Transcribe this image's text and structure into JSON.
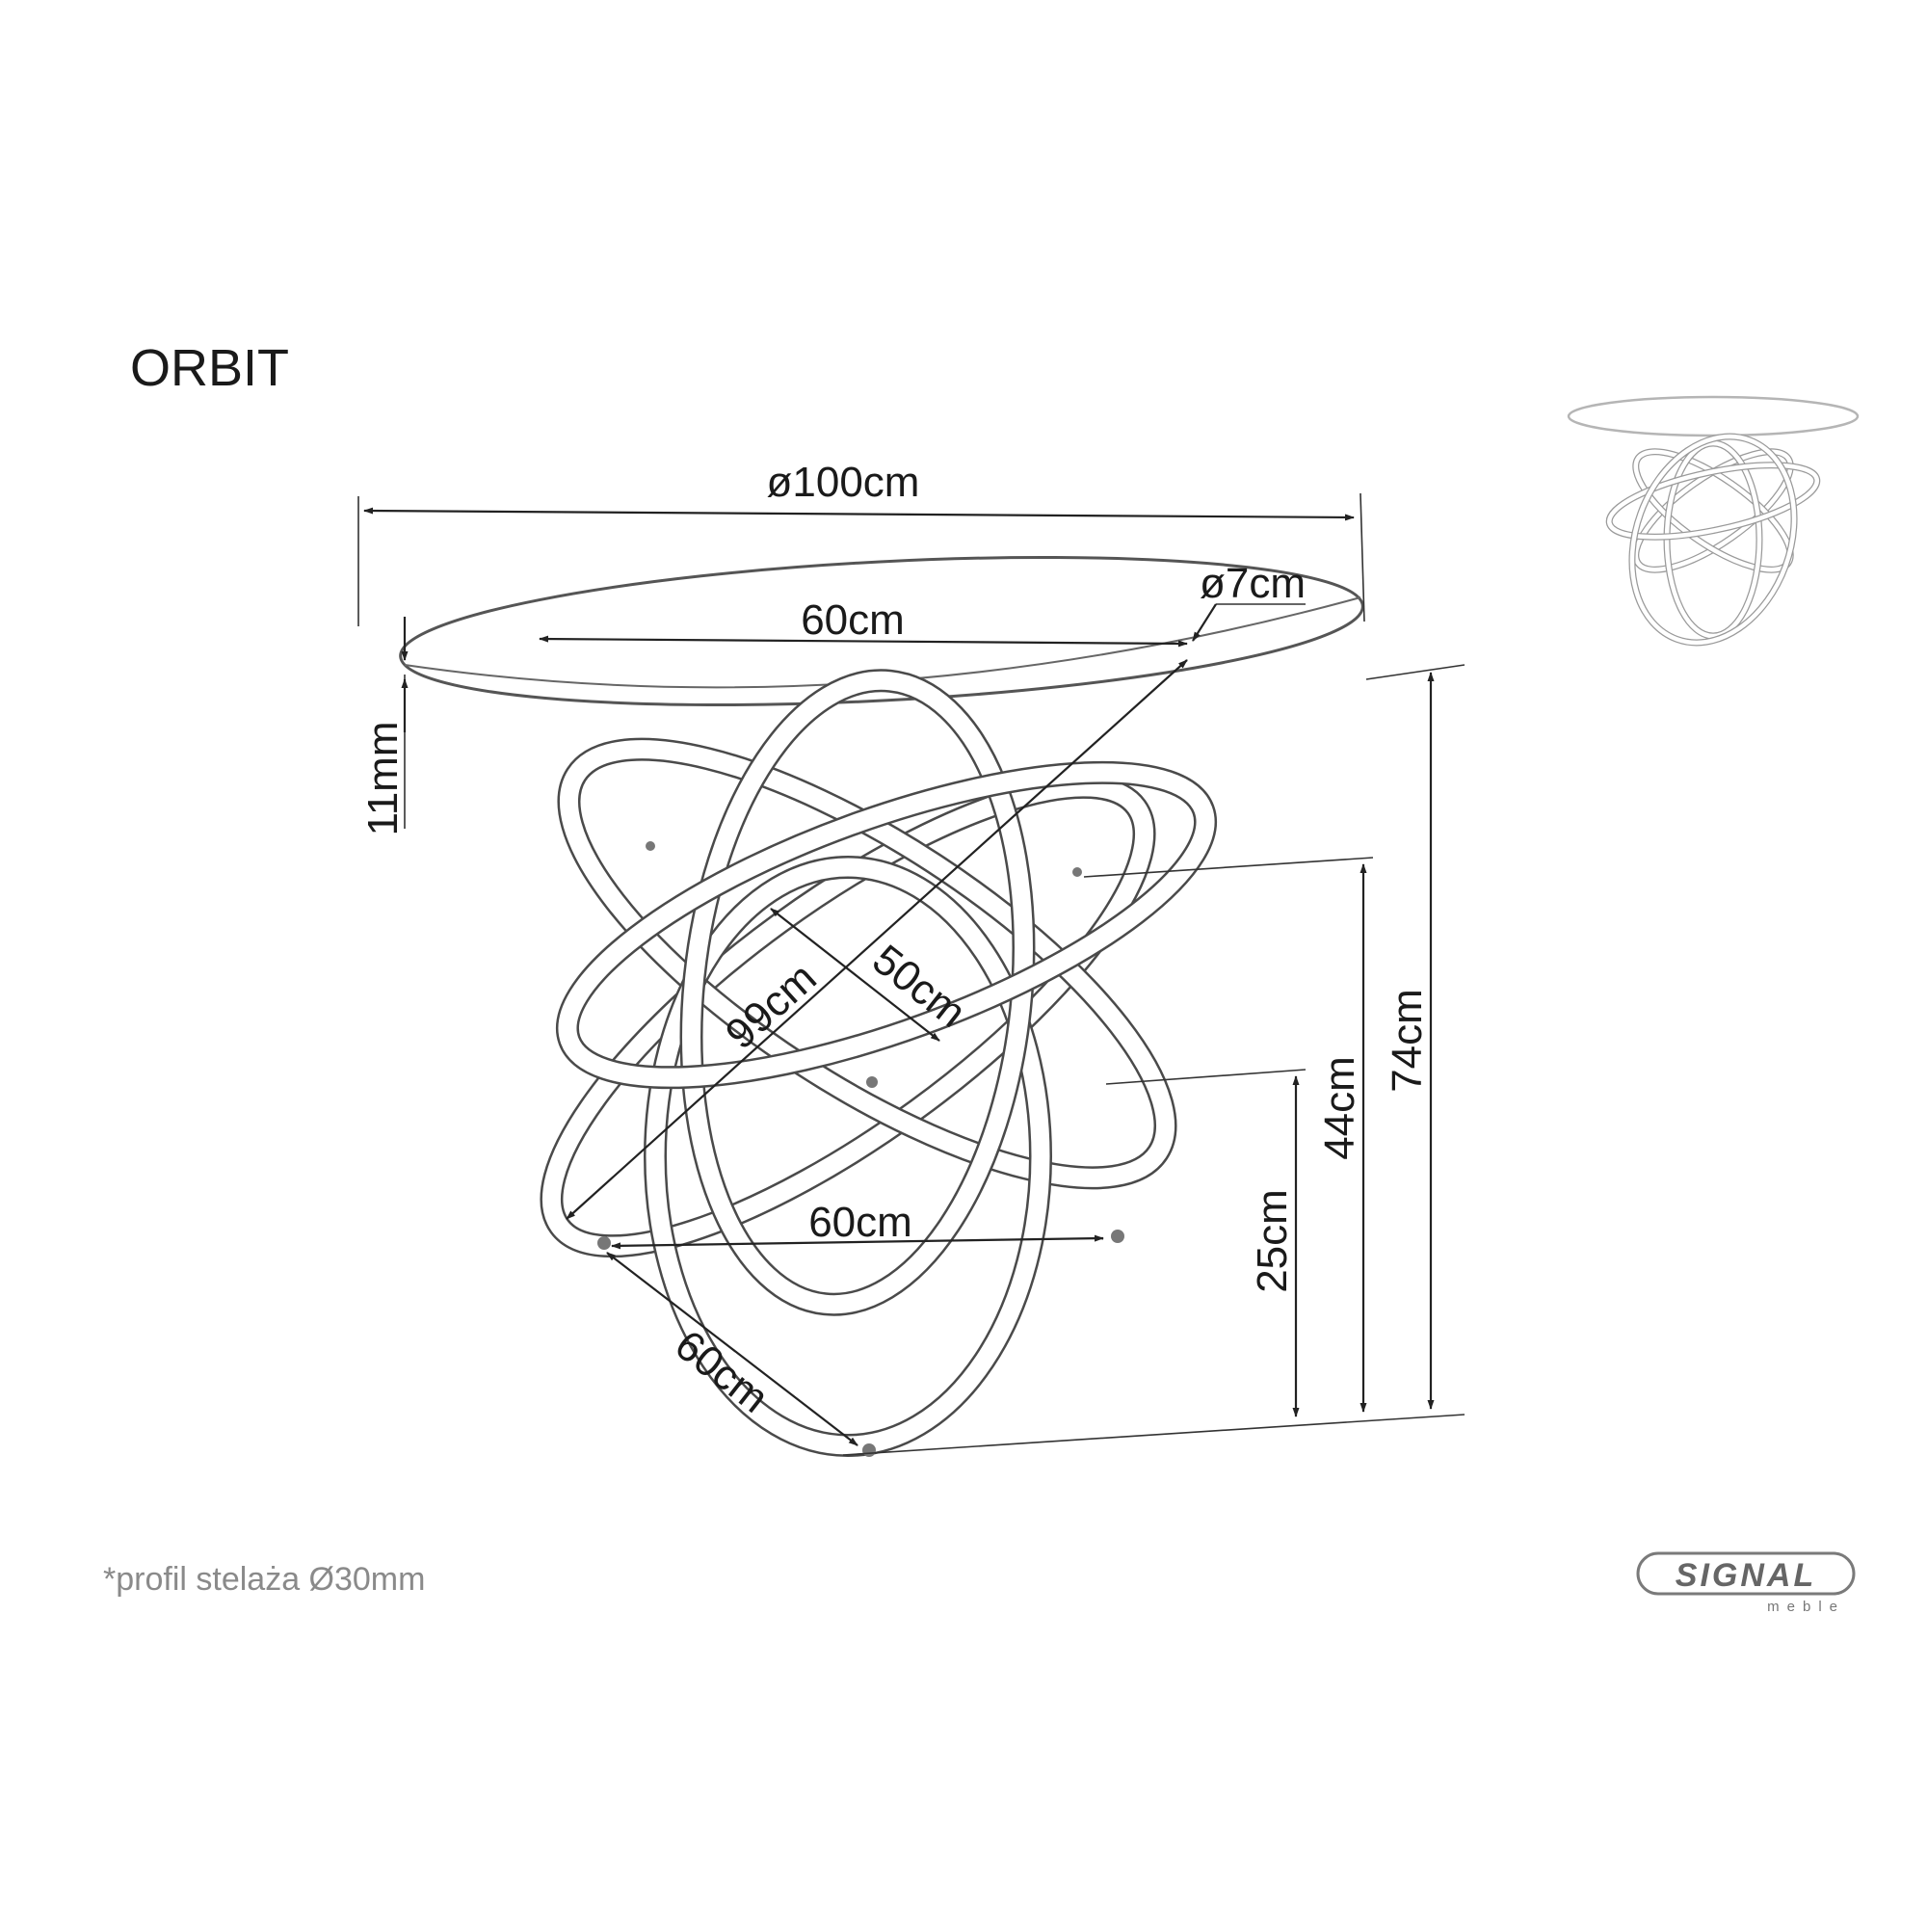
{
  "product": {
    "name": "ORBIT"
  },
  "dimensions": {
    "top_diameter": "ø100cm",
    "hole_diameter": "ø7cm",
    "top_ring_width": "60cm",
    "glass_thickness": "11mm",
    "diagonal": "99cm",
    "ring_inner": "50cm",
    "base_width": "60cm",
    "base_depth": "60cm",
    "height_total": "74cm",
    "height_mid": "44cm",
    "height_low": "25cm"
  },
  "footnote": "*profil stelaża Ø30mm",
  "brand": {
    "name": "SIGNAL",
    "sub": "meble"
  },
  "icons": {
    "preview": "table-thumbnail-icon",
    "logo": "signal-logo-icon"
  }
}
